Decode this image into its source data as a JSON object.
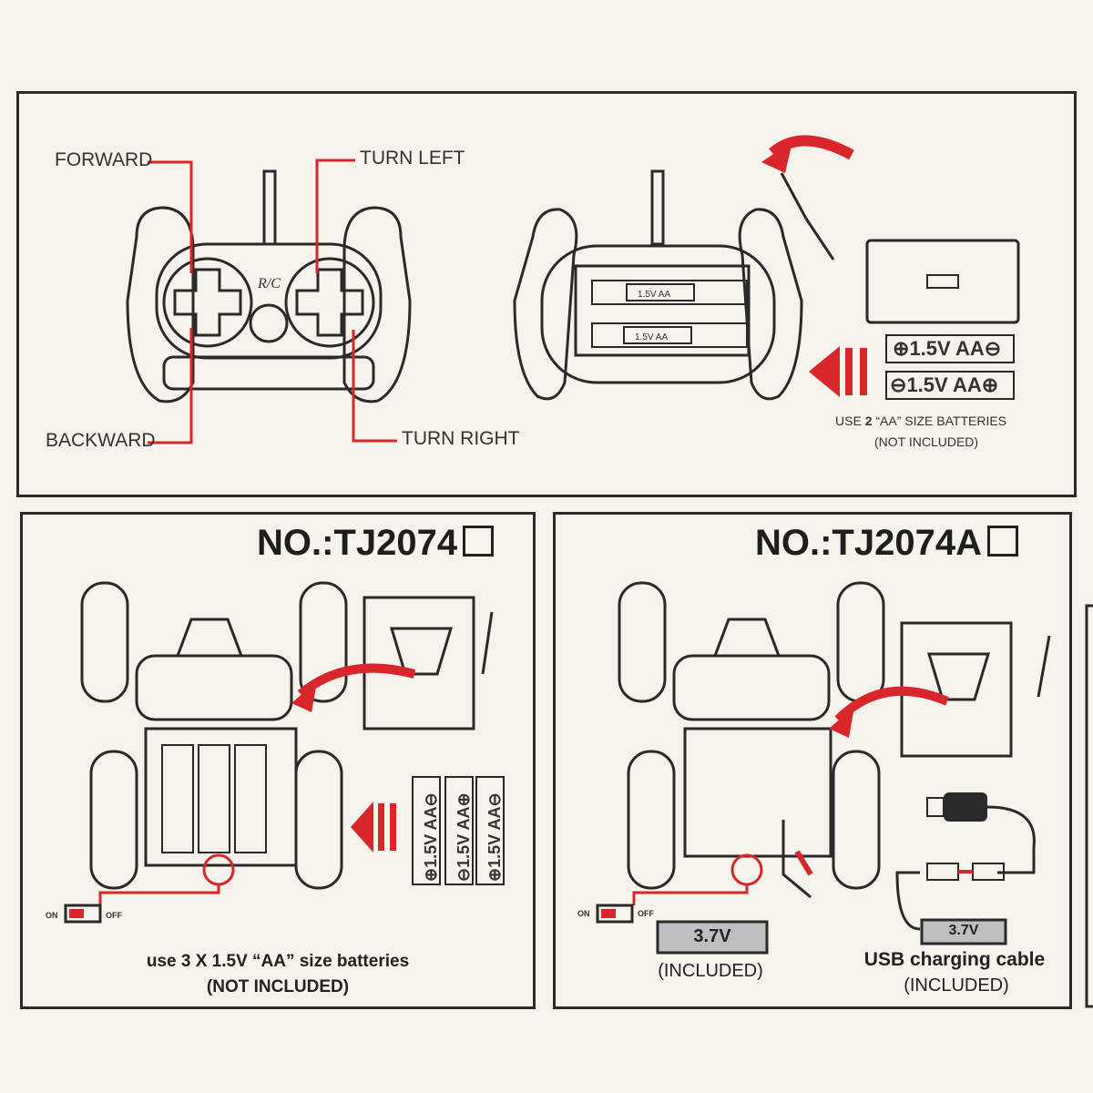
{
  "top": {
    "labels": {
      "forward": "FORWARD",
      "backward": "BACKWARD",
      "turn_left": "TURN LEFT",
      "turn_right": "TURN RIGHT"
    },
    "remote_logo": "R/C",
    "battery_label": "1.5V AA",
    "battery_cell": "1.5V  AA",
    "battery_note_prefix": "USE ",
    "battery_note_count": "2",
    "battery_note_rest": " “AA” SIZE BATTERIES",
    "battery_note_sub": "(NOT INCLUDED)"
  },
  "left_panel": {
    "model": "NO.:TJ2074",
    "battery_label": "1.5V AA",
    "switch_on": "ON",
    "switch_off": "OFF",
    "note_line1": "use 3 X 1.5V “AA” size batteries",
    "note_line2": "(NOT INCLUDED)"
  },
  "right_panel": {
    "model": "NO.:TJ2074A",
    "switch_on": "ON",
    "switch_off": "OFF",
    "battery_voltage": "3.7V",
    "battery_included": "(INCLUDED)",
    "cable_voltage": "3.7V",
    "cable_label": "USB charging cable",
    "cable_included": "(INCLUDED)"
  },
  "colors": {
    "accent_red": "#d9262b",
    "line": "#2a2a2a",
    "paper": "#f6f2ec"
  }
}
